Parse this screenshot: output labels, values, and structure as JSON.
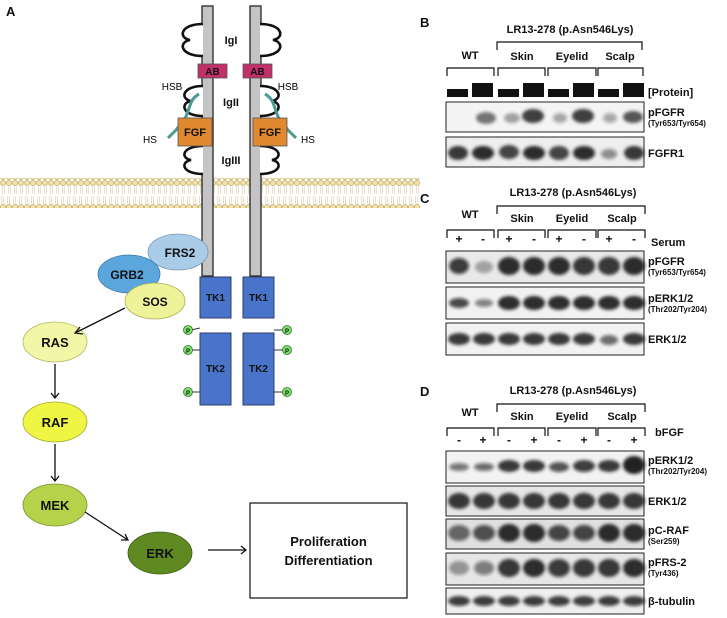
{
  "panel_a": {
    "letter": "A",
    "domains": {
      "igI": "IgI",
      "ab": "AB",
      "hsb": "HSB",
      "igII": "IgII",
      "fgf": "FGF",
      "hs": "HS",
      "igIII": "IgIII",
      "tk1": "TK1",
      "tk2": "TK2",
      "phospho": "P"
    },
    "pathway": {
      "frs2": "FRS2",
      "grb2": "GRB2",
      "sos": "SOS",
      "ras": "RAS",
      "raf": "RAF",
      "mek": "MEK",
      "erk": "ERK"
    },
    "outcome": {
      "line1": "Proliferation",
      "line2": "Differentiation"
    },
    "colors": {
      "receptor": "#c4c4c4",
      "tk": "#4a74c9",
      "ab": "#c2306a",
      "fgf": "#e0892f",
      "frs2": "#a9cde8",
      "grb2": "#5aa6dd",
      "sos": "#eef39a",
      "ras": "#f2f7a8",
      "raf": "#eef542",
      "mek": "#b4d24a",
      "erk": "#5f8a22",
      "phospho": "#7be06a"
    }
  },
  "panel_b": {
    "letter": "B",
    "cohort": "LR13-278 (p.Asn546Lys)",
    "groups": [
      "WT",
      "Skin",
      "Eyelid",
      "Scalp"
    ],
    "condition_label": "[Protein]",
    "rows": [
      {
        "name": "pFGFR",
        "sub": "(Tyr653/Tyr654)"
      },
      {
        "name": "FGFR1",
        "sub": ""
      }
    ]
  },
  "panel_c": {
    "letter": "C",
    "cohort": "LR13-278 (p.Asn546Lys)",
    "groups": [
      "WT",
      "Skin",
      "Eyelid",
      "Scalp"
    ],
    "signs": [
      "+",
      "-",
      "+",
      "-",
      "+",
      "-",
      "+",
      "-"
    ],
    "condition_label": "Serum",
    "rows": [
      {
        "name": "pFGFR",
        "sub": "(Tyr653/Tyr654)"
      },
      {
        "name": "pERK1/2",
        "sub": "(Thr202/Tyr204)"
      },
      {
        "name": "ERK1/2",
        "sub": ""
      }
    ]
  },
  "panel_d": {
    "letter": "D",
    "cohort": "LR13-278 (p.Asn546Lys)",
    "groups": [
      "WT",
      "Skin",
      "Eyelid",
      "Scalp"
    ],
    "signs": [
      "-",
      "+",
      "-",
      "+",
      "-",
      "+",
      "-",
      "+"
    ],
    "condition_label": "bFGF",
    "rows": [
      {
        "name": "pERK1/2",
        "sub": "(Thr202/Tyr204)"
      },
      {
        "name": "ERK1/2",
        "sub": ""
      },
      {
        "name": "pC-RAF",
        "sub": "(Ser259)"
      },
      {
        "name": "pFRS-2",
        "sub": "(Tyr436)"
      },
      {
        "name": "β-tubulin",
        "sub": ""
      }
    ]
  }
}
